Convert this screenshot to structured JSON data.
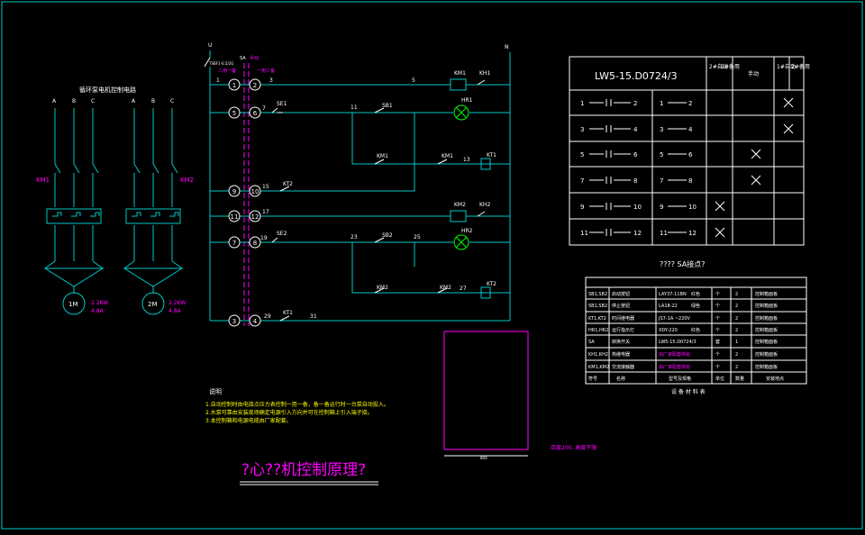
{
  "colors": {
    "background": "#000000",
    "frame": "#00c8c8",
    "wire": "#00c8c8",
    "text": "#ffffff",
    "accent": "#ff00ff",
    "lamp": "#00ff00",
    "yellow": "#ffff00"
  },
  "title": "?心??机控制原理?",
  "power": {
    "phase_labels_left": [
      "A",
      "B",
      "C"
    ],
    "phase_labels_right": [
      "A",
      "B",
      "C"
    ],
    "header": "循环泵电机控制电路",
    "contactor_left": "KM1",
    "contactor_right": "KM2",
    "motor_left": "1M",
    "motor_right": "2M",
    "motor_left_rating": [
      "2.2KW",
      "4.8A"
    ],
    "motor_right_rating": [
      "2.2KW",
      "4.8A"
    ]
  },
  "control": {
    "top_left": "U",
    "top_right": "N",
    "breaker_label": "TSBF1-0.5/2G",
    "switch_label": "SA",
    "switch_mode": "手动",
    "mode_left": "二用一备",
    "mode_right": "一用二备",
    "terminals": [
      "1",
      "5",
      "9",
      "11",
      "7",
      "3"
    ],
    "terminals_right": [
      "2",
      "6",
      "10",
      "12",
      "8",
      "4"
    ],
    "wire_numbers": [
      "1",
      "3",
      "5",
      "7",
      "11",
      "13",
      "15",
      "17",
      "19",
      "23",
      "25",
      "27",
      "29",
      "31"
    ],
    "labels": {
      "se1": "SE1",
      "sb1": "SB1",
      "km1_coil": "KM1",
      "kh1": "KH1",
      "hr1": "HR1",
      "km1_aux_a": "KM1",
      "km1_aux_b": "KM1",
      "kt1_coil": "KT1",
      "kt2_contact": "KT2",
      "km2_coil": "KM2",
      "kh2": "KH2",
      "se2": "SE2",
      "sb2": "SB2",
      "hr2": "HR2",
      "km2_aux_a": "KM2",
      "km2_aux_b": "KM2",
      "kt2_coil": "KT2",
      "kt1_contact": "KT1"
    }
  },
  "switch_table": {
    "title": "LW5-15.D0724/3",
    "columns": [
      "2#自动",
      "1#备用",
      "手动",
      "1#自动",
      "2#备用"
    ],
    "rows": [
      {
        "left": "1",
        "right": "2",
        "mark": [
          0,
          0,
          0,
          0,
          1
        ]
      },
      {
        "left": "3",
        "right": "4",
        "mark": [
          0,
          0,
          0,
          0,
          1
        ]
      },
      {
        "left": "5",
        "right": "6",
        "mark": [
          0,
          0,
          1,
          0,
          0
        ]
      },
      {
        "left": "7",
        "right": "8",
        "mark": [
          0,
          0,
          1,
          0,
          0
        ]
      },
      {
        "left": "9",
        "right": "10",
        "mark": [
          1,
          0,
          0,
          0,
          0
        ]
      },
      {
        "left": "11",
        "right": "12",
        "mark": [
          1,
          0,
          0,
          0,
          0
        ]
      }
    ]
  },
  "contact_title": "???? SA接点?",
  "equipment_table": {
    "rows": [
      [
        "SB1,SB2",
        "启动按钮",
        "LAY37-11BN",
        "红色",
        "个",
        "2",
        "控制箱面板"
      ],
      [
        "SB1,SB2",
        "停止按钮",
        "LA18-22",
        "绿色",
        "个",
        "2",
        "控制箱面板"
      ],
      [
        "KT1,KT2",
        "时间继电器",
        "JS7-1A ~220V",
        "",
        "个",
        "2",
        "控制箱面板"
      ],
      [
        "HR1,HR2",
        "运行指示灯",
        "XDY-220",
        "红色",
        "个",
        "2",
        "控制箱面板"
      ],
      [
        "SA",
        "转换开关",
        "LW5-15.D0724/3",
        "",
        "套",
        "1",
        "控制箱面板"
      ],
      [
        "KH1,KH2",
        "热继电器",
        "由厂家配套供给",
        "",
        "个",
        "2",
        "控制箱面板"
      ],
      [
        "KM1,KM2",
        "交流接触器",
        "由厂家配套供给",
        "",
        "个",
        "2",
        "控制箱面板"
      ]
    ],
    "footer": [
      "符号",
      "名称",
      "型号及规格",
      "单位",
      "数量",
      "安装地点"
    ],
    "caption": "设 备 材 料 表"
  },
  "notes": {
    "heading": "说明",
    "lines": [
      "1.自动控制时由电接点压力表控制一用一备，备一备运行时一台泵自动投入。",
      "2.水泵可靠由安装现场确定电源引入方向并可在控制箱上引入端子接。",
      "3.本控制箱和电源电缆由厂家配套。"
    ]
  },
  "cabinet": {
    "dim_label": "800",
    "note": "厚度200, 高度不限"
  }
}
